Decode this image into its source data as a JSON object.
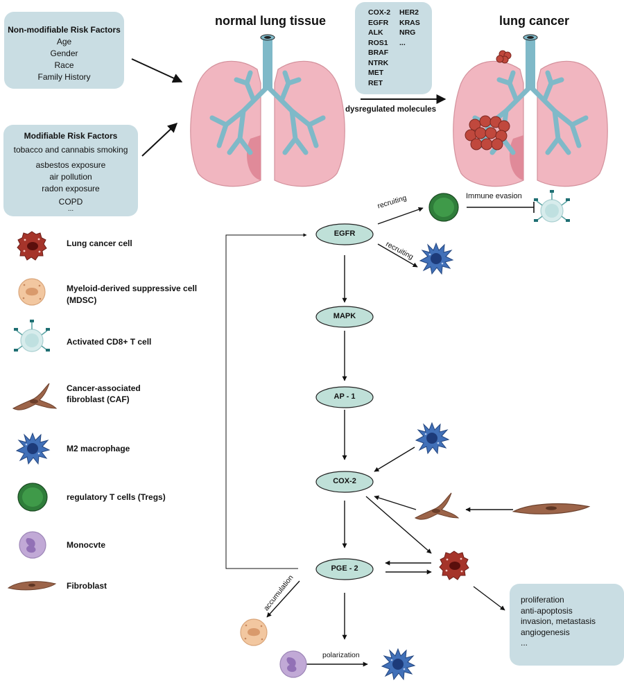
{
  "risk": {
    "nonmod_title": "Non-modifiable Risk Factors",
    "nonmod_items": [
      "Age",
      "Gender",
      "Race",
      "Family History"
    ],
    "mod_title": "Modifiable Risk Factors",
    "mod_items": [
      "tobacco and cannabis smoking",
      "asbestos exposure",
      "air pollution",
      "radon exposure",
      "COPD",
      "..."
    ]
  },
  "titles": {
    "normal": "normal lung tissue",
    "cancer": "lung cancer"
  },
  "molecules": {
    "col1": [
      "COX-2",
      "EGFR",
      "ALK",
      "ROS1",
      "BRAF",
      "NTRK",
      "MET",
      "RET"
    ],
    "col2": [
      "HER2",
      "KRAS",
      "NRG",
      "..."
    ],
    "arrow_label": "dysregulated molecules"
  },
  "legend": [
    {
      "label": "Lung cancer cell",
      "icon": "lung-cancer-cell-icon"
    },
    {
      "label": "Myeloid-derived suppressive cell\n(MDSC)",
      "icon": "mdsc-icon"
    },
    {
      "label": "Activated CD8+ T cell",
      "icon": "cd8-t-cell-icon"
    },
    {
      "label": "Cancer-associated\nfibroblast (CAF)",
      "icon": "caf-icon"
    },
    {
      "label": "M2 macrophage",
      "icon": "m2-macrophage-icon"
    },
    {
      "label": "regulatory T cells (Tregs)",
      "icon": "treg-icon"
    },
    {
      "label": "Monocvte",
      "icon": "monocyte-icon"
    },
    {
      "label": "Fibroblast",
      "icon": "fibroblast-icon"
    }
  ],
  "nodes": {
    "egfr": "EGFR",
    "mapk": "MAPK",
    "ap1": "AP - 1",
    "cox2": "COX-2",
    "pge2": "PGE - 2"
  },
  "edge_labels": {
    "recruit1": "recruiting",
    "recruit2": "recruiting",
    "immune": "Immune evasion",
    "accumulation": "accumulation",
    "polarization": "polarization"
  },
  "outcomes": [
    "proliferation",
    "anti-apoptosis",
    "invasion, metastasis",
    "angiogenesis",
    "..."
  ],
  "colors": {
    "box": "#c9dde3",
    "node_fill": "#bfe0d8",
    "node_stroke": "#222222",
    "lung": "#f1b6c0",
    "airway": "#7fb9c8",
    "cancer": "#a5342a",
    "macrophage": "#4170b8",
    "treg": "#2f7d3a",
    "mdsc": "#f2c7a0",
    "monocyte": "#c1a9d6",
    "fibroblast": "#9c6449",
    "tcell": "#d7ecec"
  }
}
